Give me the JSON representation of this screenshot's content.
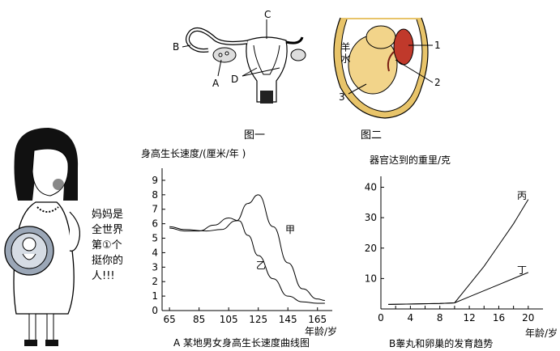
{
  "figure1": {
    "caption": "图一",
    "labels": {
      "A": "A",
      "B": "B",
      "C": "C",
      "D": "D"
    }
  },
  "figure2": {
    "caption": "图二",
    "amniotic_fluid": "羊水",
    "labels": {
      "n1": "1",
      "n2": "2",
      "n3": "3"
    }
  },
  "cartoon": {
    "speech": "妈妈是\n全世界\n第①个\n挺你的\n人!!!"
  },
  "chart_data": [
    {
      "type": "line",
      "ylabel": "身高生长速度/(厘米/年 )",
      "xlabel": "年龄/岁",
      "caption": "A 某地男女身高生长速度曲线图",
      "x_ticks": [
        "65",
        "85",
        "105",
        "125",
        "145",
        "165"
      ],
      "y_ticks": [
        "0",
        "1",
        "2",
        "3",
        "4",
        "5",
        "6",
        "7",
        "8",
        "9"
      ],
      "xlim": [
        60,
        175
      ],
      "ylim": [
        0,
        9.5
      ],
      "series": [
        {
          "name": "甲",
          "x": [
            65,
            75,
            90,
            100,
            110,
            118,
            125,
            135,
            145,
            155,
            165,
            170
          ],
          "y": [
            5.8,
            5.6,
            5.5,
            5.6,
            6.2,
            7.4,
            8.0,
            5.8,
            3.3,
            1.5,
            0.8,
            0.7
          ]
        },
        {
          "name": "乙",
          "x": [
            65,
            75,
            85,
            95,
            105,
            112,
            118,
            125,
            135,
            145,
            155,
            165,
            170
          ],
          "y": [
            5.7,
            5.5,
            5.5,
            5.9,
            6.4,
            6.2,
            5.2,
            3.8,
            2.2,
            1.0,
            0.6,
            0.5,
            0.5
          ]
        }
      ]
    },
    {
      "type": "line",
      "ylabel": "器官达到的重里/克",
      "xlabel": "年龄/岁",
      "caption": "B睾丸和卵巢的发育趋势",
      "x_ticks": [
        "0",
        "4",
        "8",
        "12",
        "16",
        "20"
      ],
      "x_tick_minor": [
        "2",
        "6",
        "10",
        "14",
        "18"
      ],
      "y_ticks": [
        "10",
        "20",
        "30",
        "40"
      ],
      "xlim": [
        0,
        22
      ],
      "ylim": [
        0,
        42
      ],
      "series": [
        {
          "name": "丙",
          "x": [
            1,
            8,
            10,
            12,
            14,
            16,
            18,
            20
          ],
          "y": [
            1.5,
            1.8,
            2,
            8,
            14,
            21,
            28,
            36
          ]
        },
        {
          "name": "丁",
          "x": [
            1,
            8,
            10,
            12,
            14,
            16,
            18,
            20
          ],
          "y": [
            1.5,
            1.8,
            2,
            4,
            6,
            8,
            10,
            12
          ]
        }
      ]
    }
  ]
}
